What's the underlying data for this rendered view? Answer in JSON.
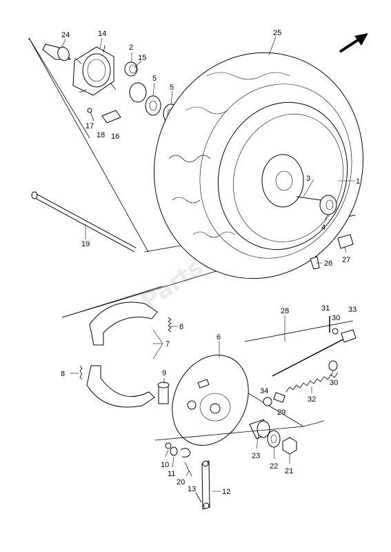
{
  "watermark": "PartsRepublik",
  "callouts": {
    "c1": "1",
    "c2": "2",
    "c3": "3",
    "c4": "4",
    "c5a": "5",
    "c5b": "5",
    "c6": "6",
    "c7": "7",
    "c8a": "8",
    "c8b": "8",
    "c9": "9",
    "c10": "10",
    "c11": "11",
    "c12": "12",
    "c13": "13",
    "c14": "14",
    "c15": "15",
    "c16": "16",
    "c17": "17",
    "c18": "18",
    "c19": "19",
    "c20": "20",
    "c21": "21",
    "c22": "22",
    "c23": "23",
    "c24": "24",
    "c25": "25",
    "c26": "26",
    "c27": "27",
    "c28": "28",
    "c29": "29",
    "c30a": "30",
    "c30b": "30",
    "c31": "31",
    "c32": "32",
    "c33": "33",
    "c34": "34"
  }
}
